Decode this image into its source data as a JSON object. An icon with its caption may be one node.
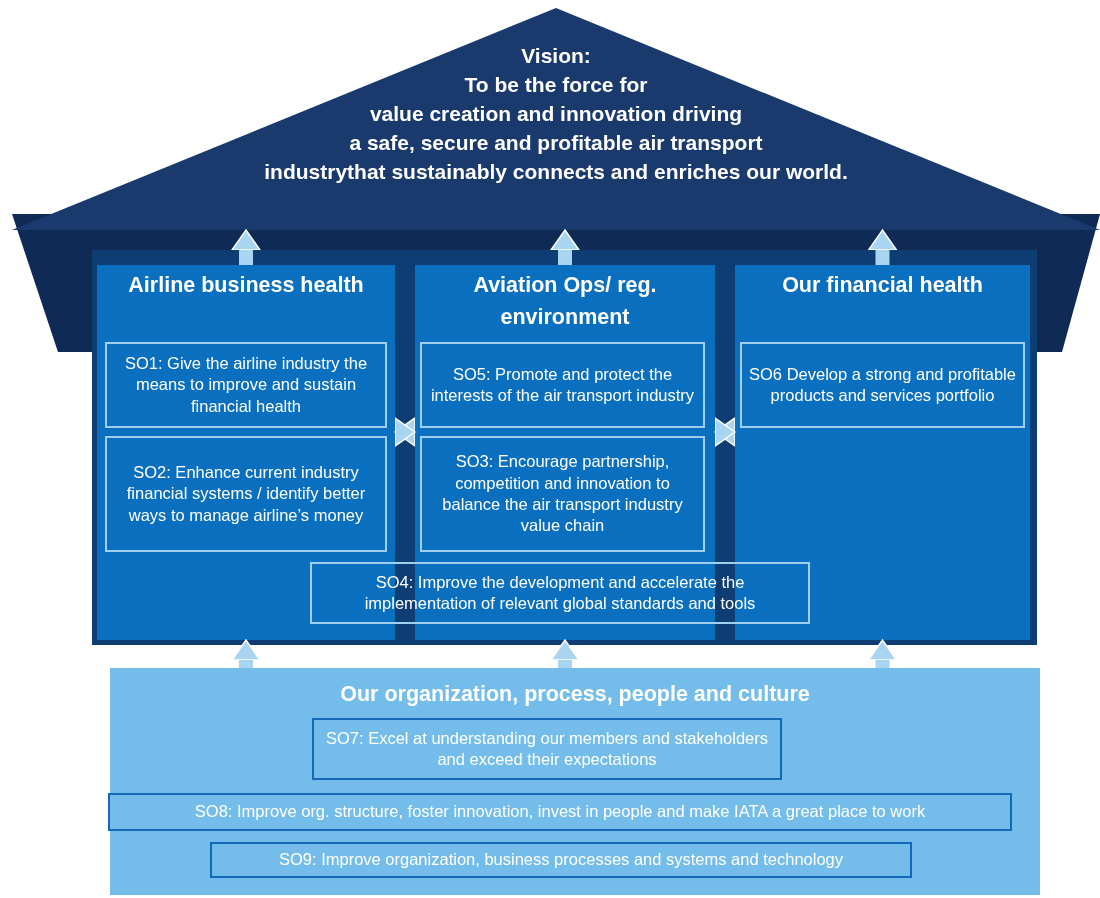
{
  "diagram": {
    "nodes": [
      {
        "text": [
          "Vision:",
          "To be the force for value creation and innovation driving a safe, secure and profitable air transport industrythat sustainably connects and enriches our world."
        ]
      },
      {
        "text": [
          "Airline business health"
        ]
      },
      {
        "text": [
          "SO1: Give the airline industry the means to improve and sustain financial health"
        ],
        "in": 1
      },
      {
        "text": [
          "SO2: Enhance current industry financial systems / identify better ways to manage airline’s money"
        ],
        "in": 1
      },
      {
        "text": [
          "Aviation Ops/ reg. environment"
        ]
      },
      {
        "text": [
          "SO5: Promote and protect the interests of the air transport industry"
        ],
        "in": 4
      },
      {
        "text": [
          "SO3: Encourage partnership, competition and innovation to balance the air transport industry value chain"
        ],
        "in": 4
      },
      {
        "text": [
          "Our financial health"
        ]
      },
      {
        "text": [
          "SO6 Develop a strong and profitable products and services portfolio"
        ],
        "in": 7
      },
      {
        "text": [
          "SO4: Improve the development and accelerate the implementation of relevant global standards and tools"
        ]
      },
      {
        "text": [
          "Our organization, process, people and culture"
        ]
      },
      {
        "text": [
          "SO7: Excel at understanding our members and stakeholders and exceed their expectations"
        ],
        "in": 10
      },
      {
        "text": [
          "SO8: Improve org. structure, foster innovation, invest in people and make IATA a great place to work"
        ],
        "in": 10
      },
      {
        "text": [
          "SO9: Improve organization, business processes and systems and technology"
        ],
        "in": 10
      }
    ],
    "edges": [
      {
        "from": 1,
        "to": 0,
        "arrow": "to"
      },
      {
        "from": 4,
        "to": 0,
        "arrow": "to"
      },
      {
        "from": 7,
        "to": 0,
        "arrow": "to"
      },
      {
        "from": 1,
        "to": 4,
        "arrow": "both"
      },
      {
        "from": 4,
        "to": 7,
        "arrow": "both"
      },
      {
        "from": 10,
        "to": 1,
        "arrow": "to"
      },
      {
        "from": 10,
        "to": 4,
        "arrow": "to"
      },
      {
        "from": 10,
        "to": 7,
        "arrow": "to"
      }
    ]
  }
}
